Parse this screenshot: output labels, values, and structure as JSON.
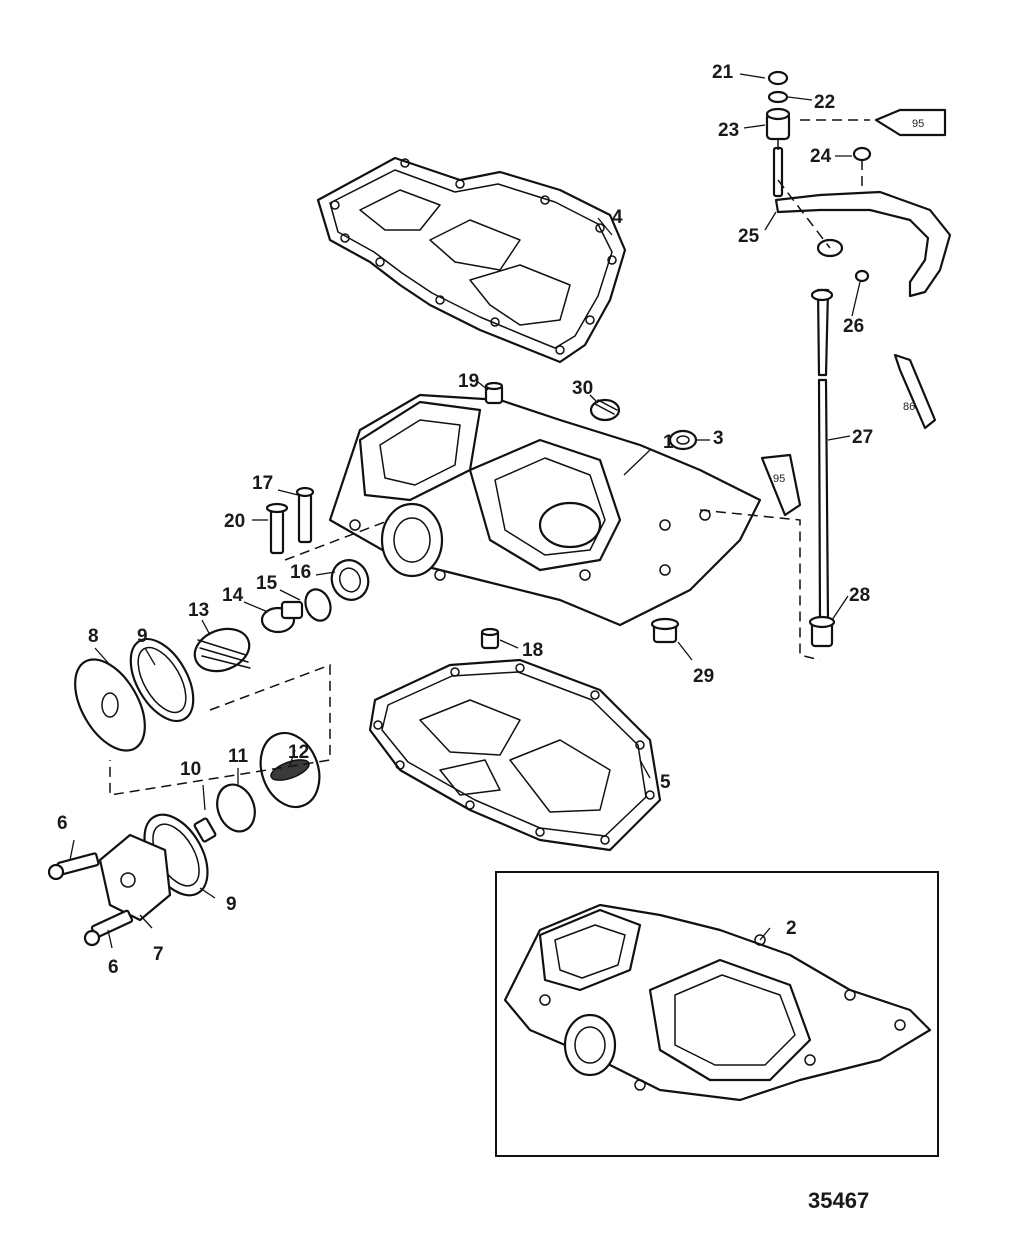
{
  "figure_number": "35467",
  "callouts": {
    "c1": "1",
    "c2": "2",
    "c3": "3",
    "c4": "4",
    "c5": "5",
    "c6a": "6",
    "c6b": "6",
    "c7": "7",
    "c8": "8",
    "c9a": "9",
    "c9b": "9",
    "c10": "10",
    "c11": "11",
    "c12": "12",
    "c13": "13",
    "c14": "14",
    "c15": "15",
    "c16": "16",
    "c17": "17",
    "c18": "18",
    "c19": "19",
    "c20": "20",
    "c21": "21",
    "c22": "22",
    "c23": "23",
    "c24": "24",
    "c25": "25",
    "c26": "26",
    "c27": "27",
    "c28": "28",
    "c29": "29",
    "c30": "30"
  },
  "tubes": {
    "t1": "95",
    "t2": "86",
    "t3": "95"
  }
}
